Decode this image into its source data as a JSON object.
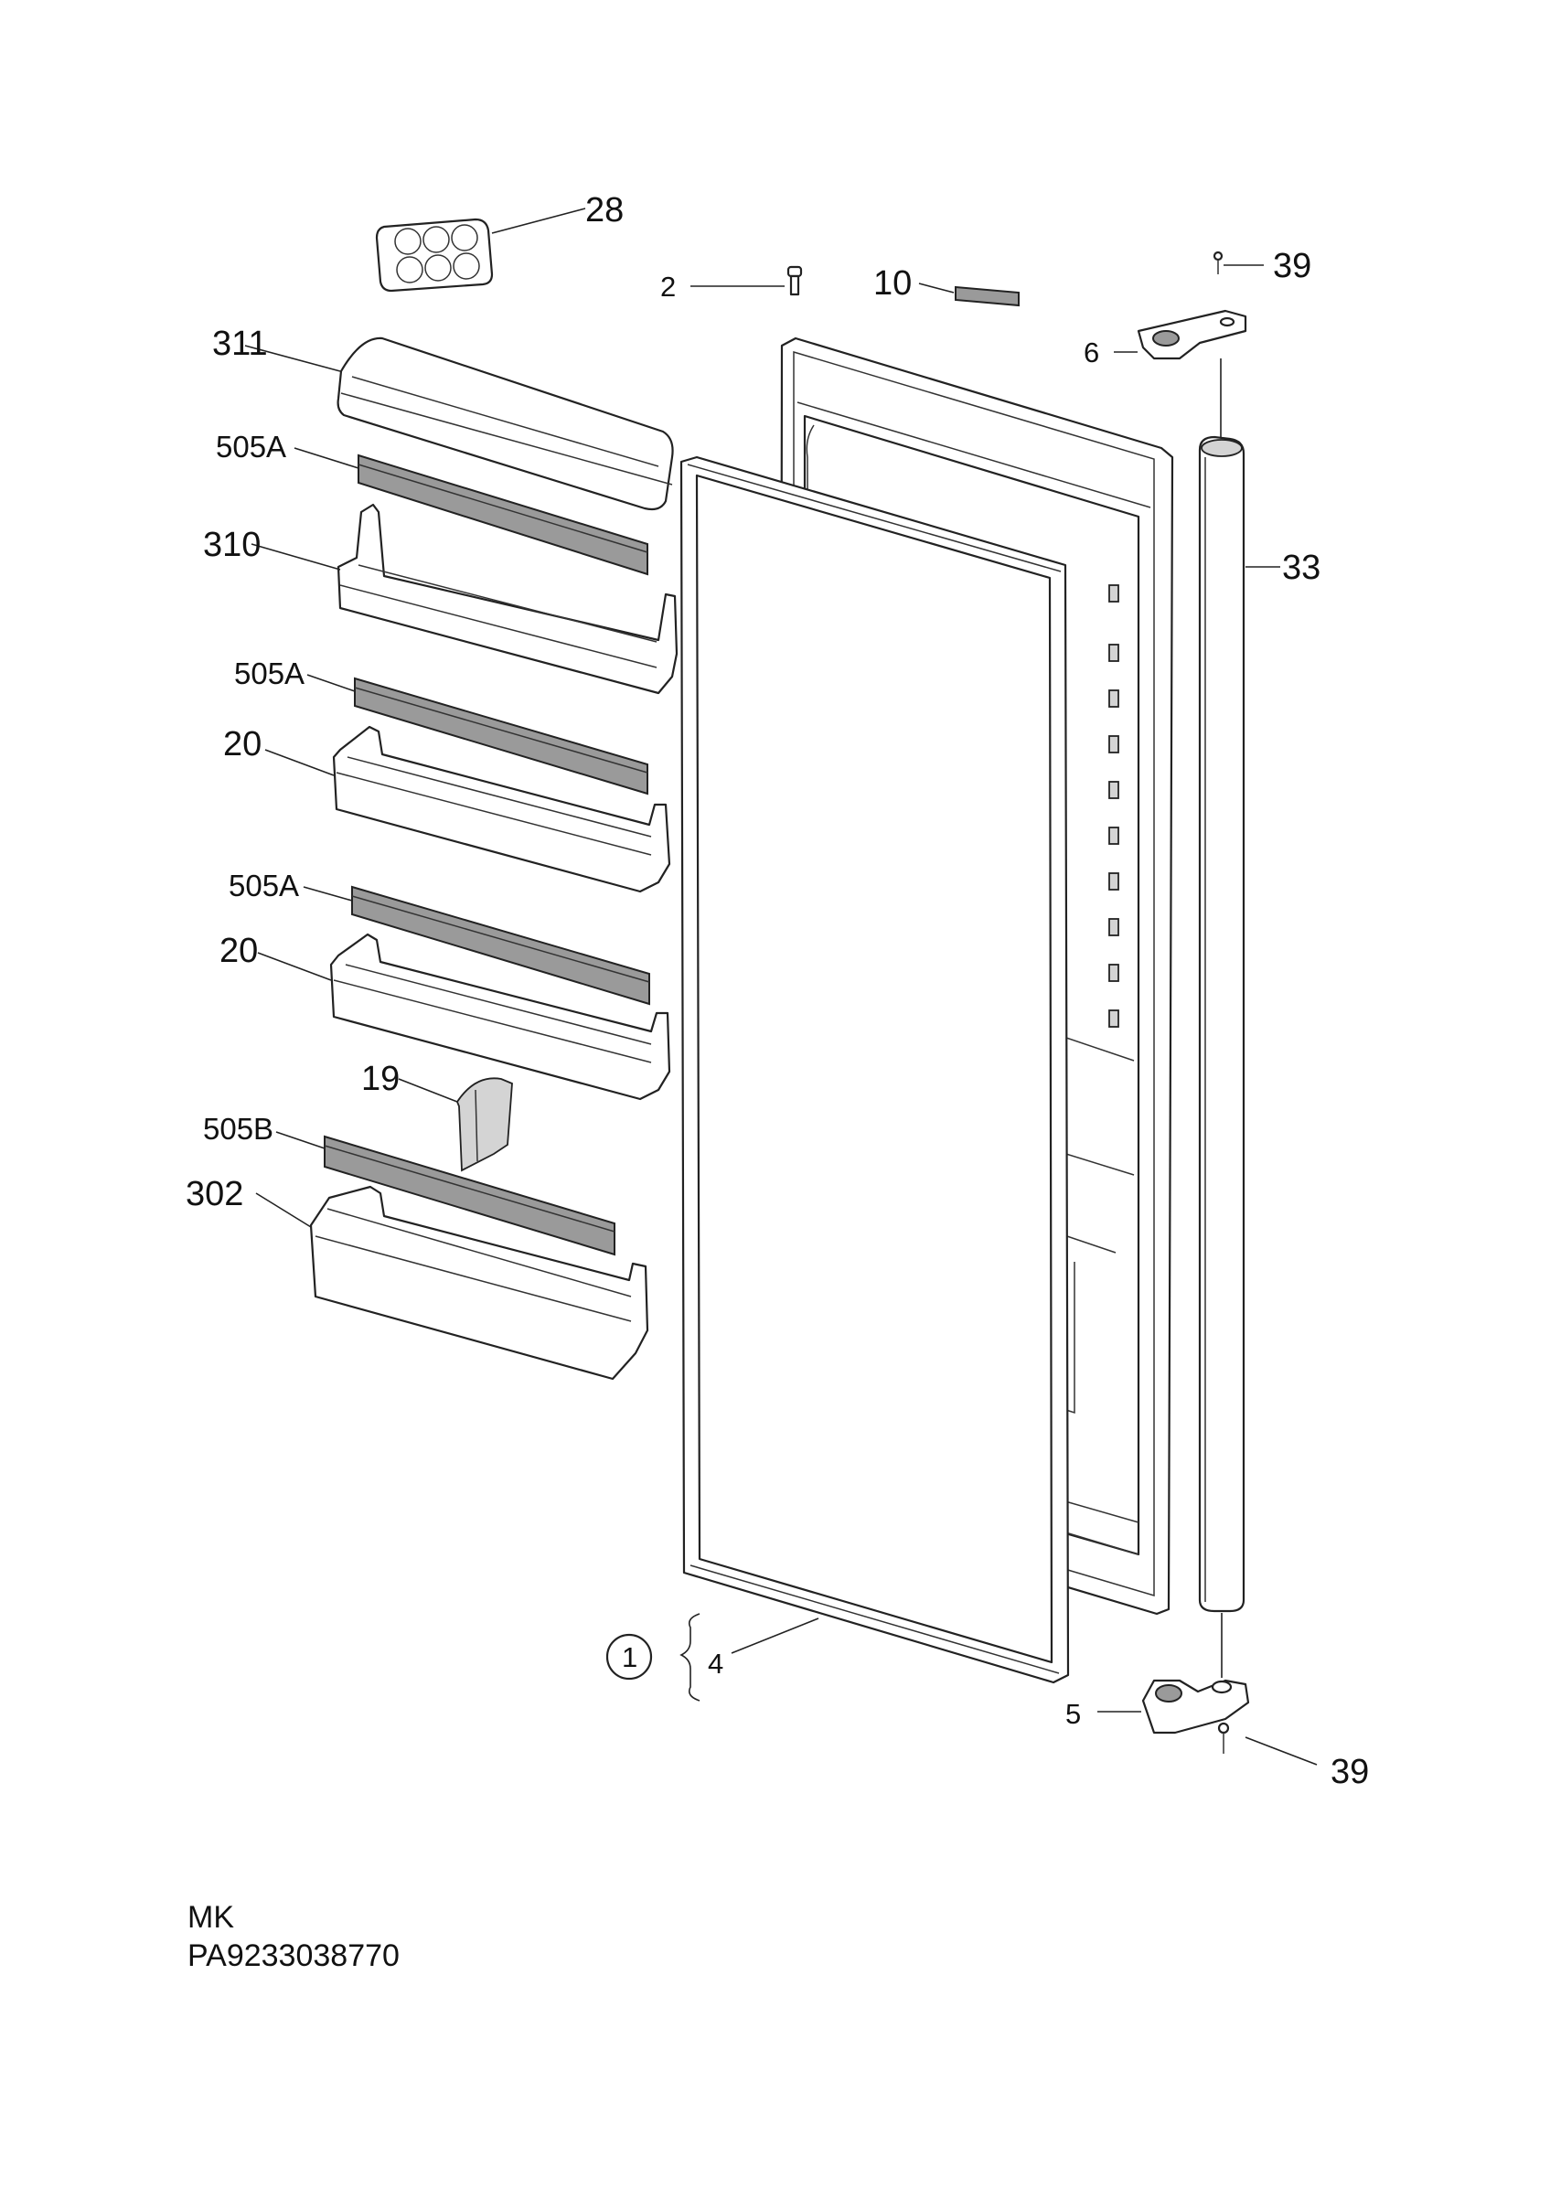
{
  "diagram": {
    "labels": {
      "p28": "28",
      "p2": "2",
      "p10": "10",
      "p39_top": "39",
      "p6": "6",
      "p311": "311",
      "p505a_1": "505A",
      "p310": "310",
      "p33": "33",
      "p505a_2": "505A",
      "p20_1": "20",
      "p505a_3": "505A",
      "p20_2": "20",
      "p19": "19",
      "p505b": "505B",
      "p302": "302",
      "p1": "1",
      "p4": "4",
      "p5": "5",
      "p39_bottom": "39"
    },
    "footer": {
      "model": "MK",
      "code": "PA9233038770"
    }
  }
}
